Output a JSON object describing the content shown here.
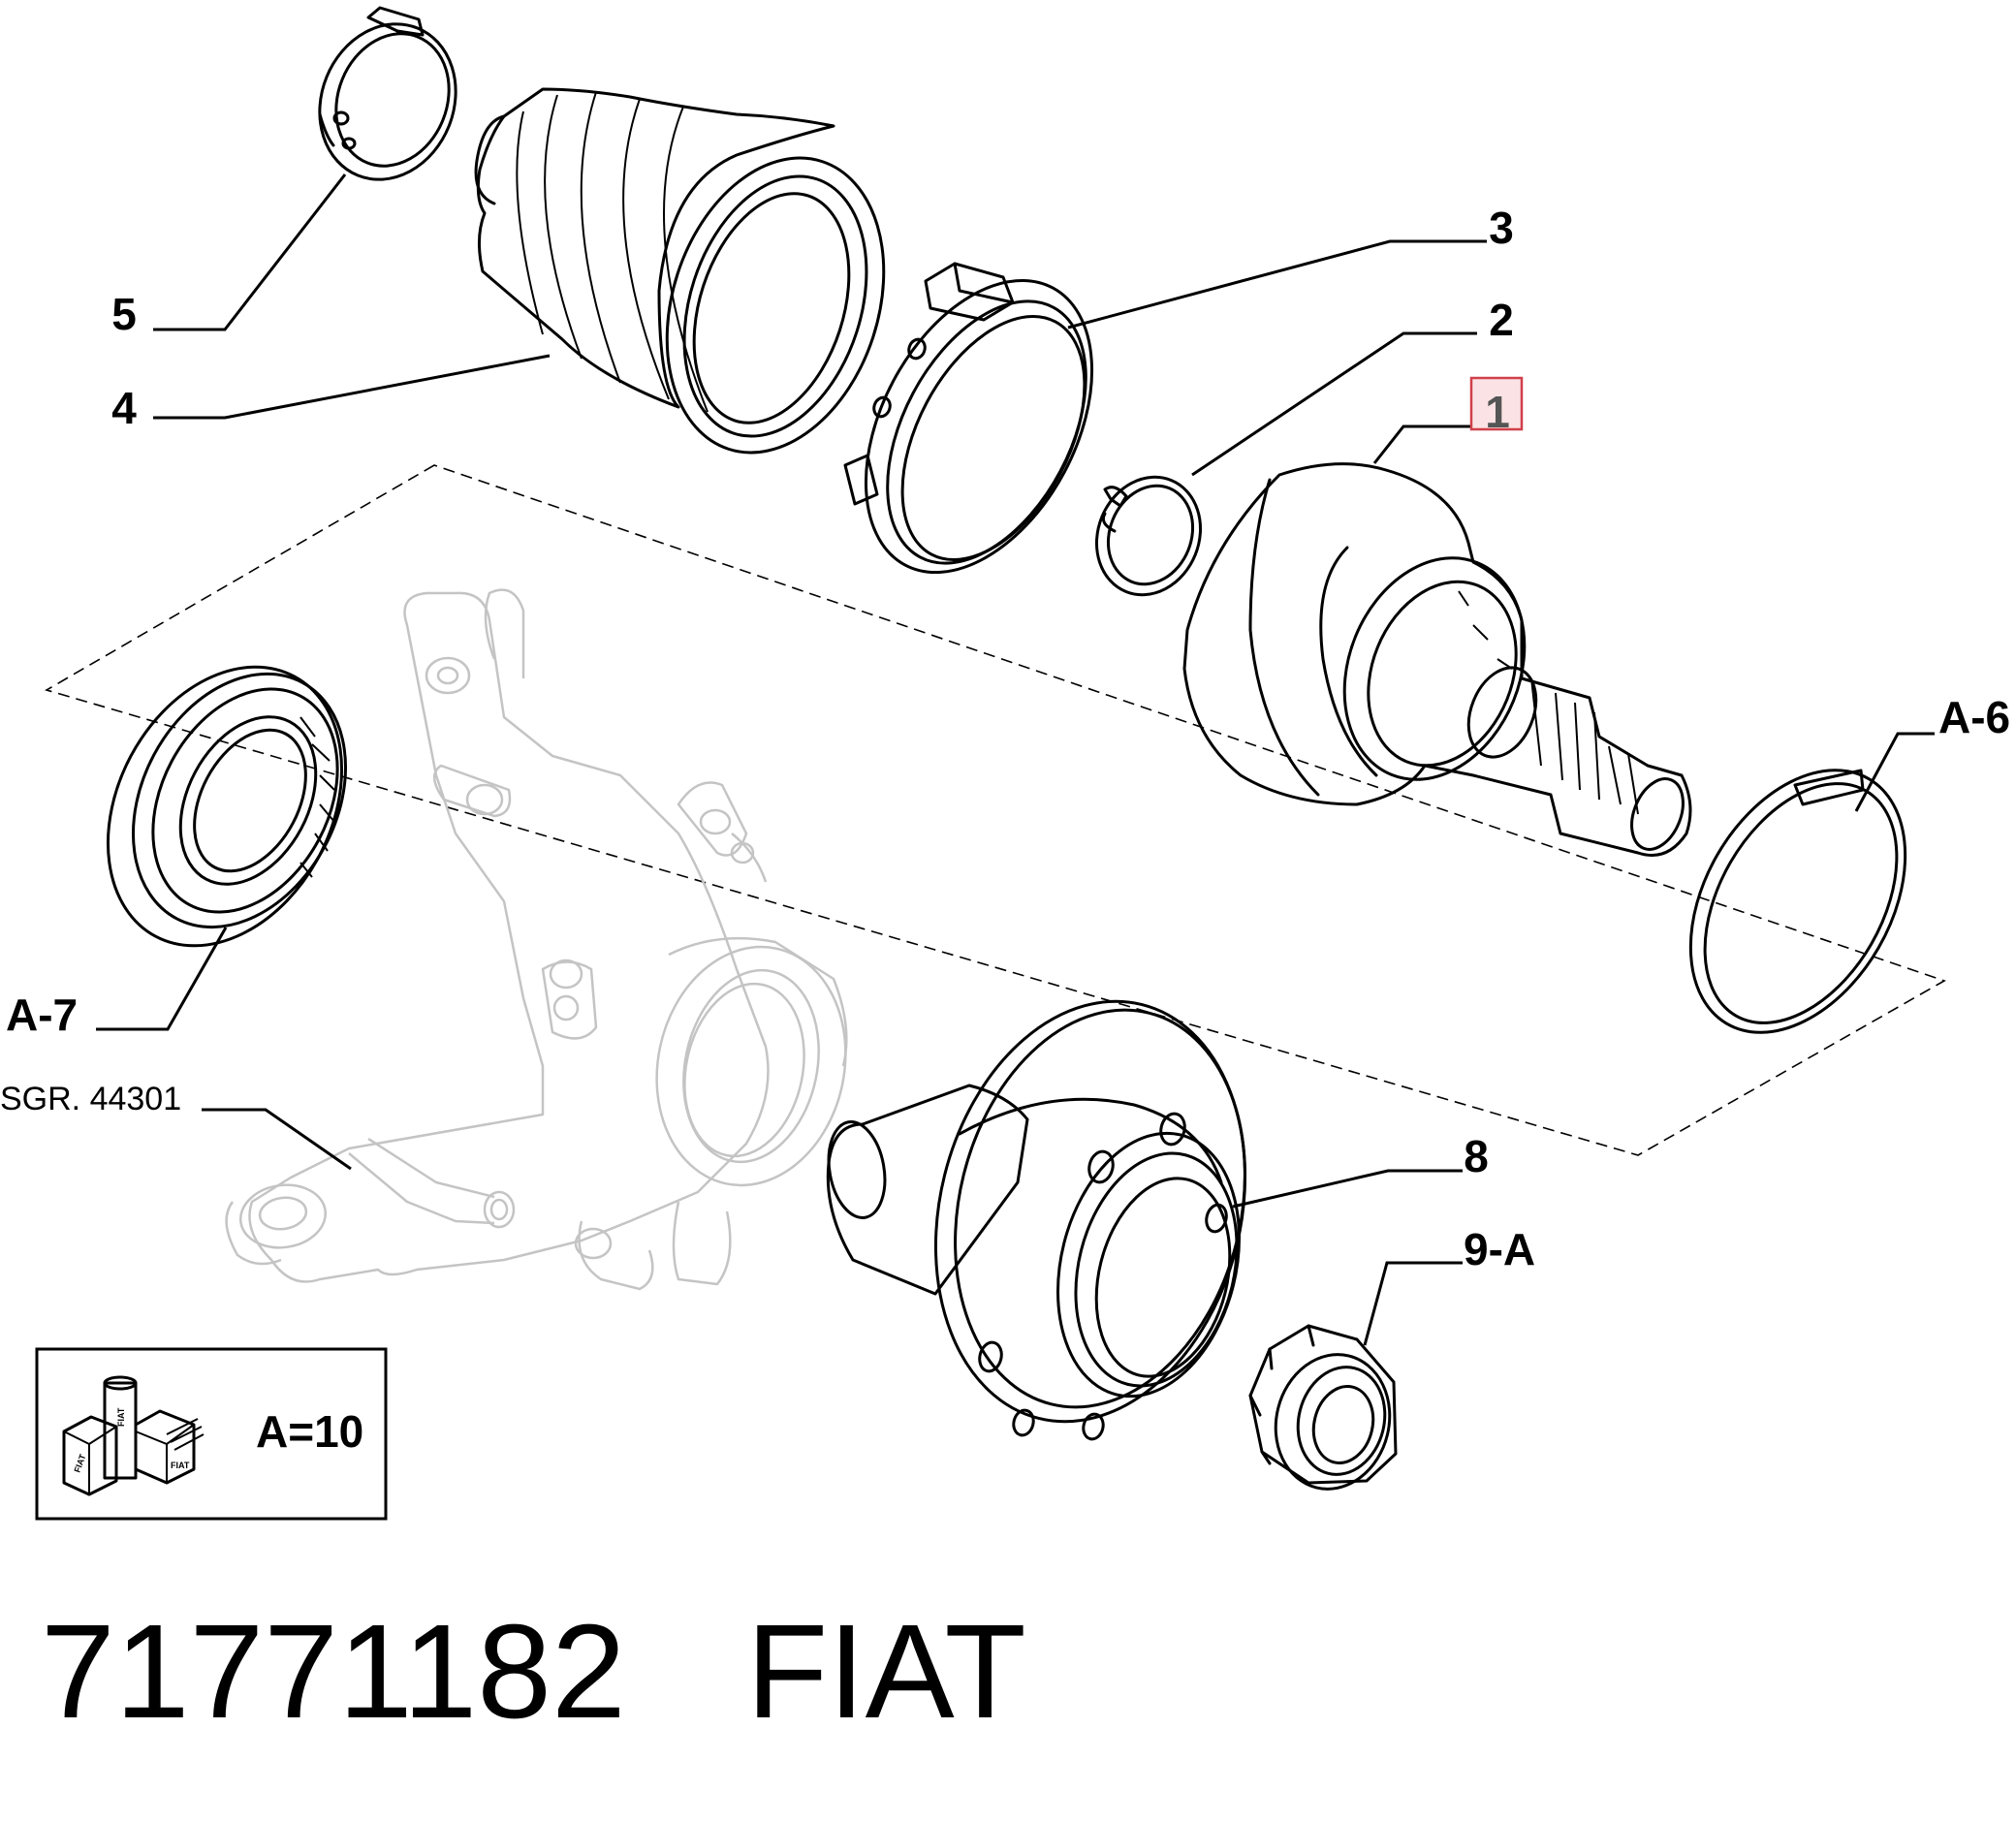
{
  "callouts": {
    "c1": "1",
    "c2": "2",
    "c3": "3",
    "c4": "4",
    "c5": "5",
    "cA6": "A-6",
    "cA7": "A-7",
    "c8": "8",
    "c9A": "9-A"
  },
  "reference": "SGR. 44301",
  "legend": {
    "brand": "FIAT",
    "text": "A=10"
  },
  "footer": {
    "part_number": "71771182",
    "brand": "FIAT"
  },
  "colors": {
    "highlight_box": "#d0404a",
    "highlight_fill": "#fbe3e5",
    "ghost_part": "#c4c4c4"
  }
}
